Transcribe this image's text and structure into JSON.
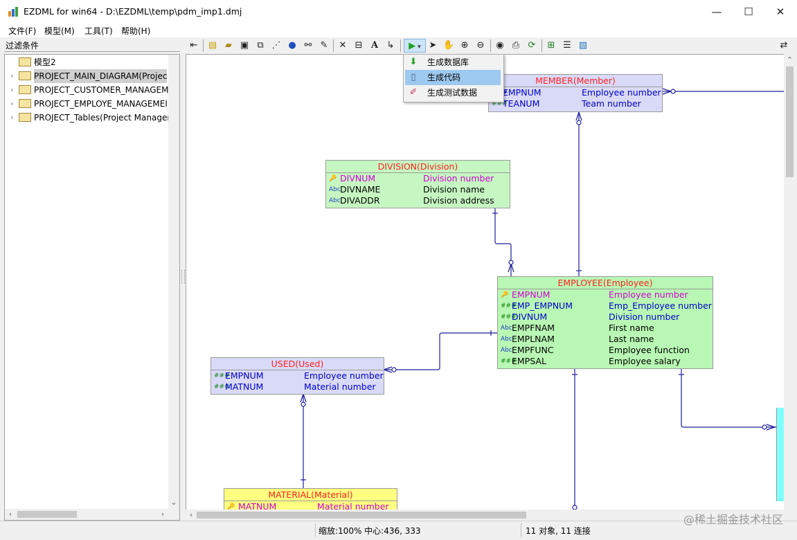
{
  "window": {
    "title": "EZDML for win64 - D:\\EZDML\\temp\\pdm_imp1.dmj",
    "minimize": "—",
    "maximize": "☐",
    "close": "✕"
  },
  "menu": [
    "文件(F)",
    "模型(M)",
    "工具(T)",
    "帮助(H)"
  ],
  "left_panel": {
    "filter_label": "过滤条件",
    "tree": [
      {
        "label": "模型2",
        "expandable": false
      },
      {
        "label": "PROJECT_MAIN_DIAGRAM(Projec",
        "expandable": true,
        "selected": true
      },
      {
        "label": "PROJECT_CUSTOMER_MANAGEM",
        "expandable": true
      },
      {
        "label": "PROJECT_EMPLOYE_MANAGEMEI",
        "expandable": true
      },
      {
        "label": "PROJECT_Tables(Project Manager",
        "expandable": true
      }
    ]
  },
  "toolbar": {
    "icons": [
      "back-icon",
      "new-icon",
      "open-icon",
      "save-icon",
      "save-as-icon",
      "diagram-icon",
      "globe-icon",
      "find-icon",
      "brush-icon",
      "delete-icon",
      "table-icon",
      "text-icon",
      "link-icon",
      "run-icon",
      "pointer-icon",
      "hand-icon",
      "zoom-in-icon",
      "zoom-out-icon",
      "eye-icon",
      "print-icon",
      "refresh-icon",
      "add-field-icon",
      "properties-icon",
      "image-icon",
      "toggle-icon"
    ]
  },
  "dropdown": {
    "items": [
      {
        "label": "生成数据库",
        "icon": "db-generate-icon"
      },
      {
        "label": "生成代码",
        "icon": "code-generate-icon"
      },
      {
        "label": "生成测试数据",
        "icon": "test-data-icon"
      }
    ]
  },
  "entities": {
    "member": {
      "title": "MEMBER(Member)",
      "fields": [
        {
          "name": "EMPNUM",
          "desc": "Employee number",
          "kind": "fk"
        },
        {
          "name": "TEANUM",
          "desc": "Team number",
          "kind": "fk"
        }
      ]
    },
    "division": {
      "title": "DIVISION(Division)",
      "fields": [
        {
          "name": "DIVNUM",
          "desc": "Division number",
          "kind": "pk"
        },
        {
          "name": "DIVNAME",
          "desc": "Division name",
          "kind": "text"
        },
        {
          "name": "DIVADDR",
          "desc": "Division address",
          "kind": "text"
        }
      ]
    },
    "employee": {
      "title": "EMPLOYEE(Employee)",
      "fields": [
        {
          "name": "EMPNUM",
          "desc": "Employee number",
          "kind": "pk"
        },
        {
          "name": "EMP_EMPNUM",
          "desc": "Emp_Employee number",
          "kind": "fk"
        },
        {
          "name": "DIVNUM",
          "desc": "Division number",
          "kind": "fk"
        },
        {
          "name": "EMPFNAM",
          "desc": "First name",
          "kind": "text"
        },
        {
          "name": "EMPLNAM",
          "desc": "Last name",
          "kind": "text"
        },
        {
          "name": "EMPFUNC",
          "desc": "Employee function",
          "kind": "text"
        },
        {
          "name": "EMPSAL",
          "desc": "Employee salary",
          "kind": "num"
        }
      ]
    },
    "used": {
      "title": "USED(Used)",
      "fields": [
        {
          "name": "EMPNUM",
          "desc": "Employee number",
          "kind": "fk"
        },
        {
          "name": "MATNUM",
          "desc": "Material number",
          "kind": "fk"
        }
      ]
    },
    "material": {
      "title": "MATERIAL(Material)",
      "fields": [
        {
          "name": "MATNUM",
          "desc": "Material number",
          "kind": "pk"
        }
      ]
    }
  },
  "status": {
    "zoom": "缩放:100% 中心:436, 333",
    "counts": "11 对象, 11 连接"
  },
  "watermark": "@稀土掘金技术社区",
  "colors": {
    "member_bg": "#d9daf8",
    "division_bg": "#c6f7c2",
    "employee_bg": "#b8f7b4",
    "used_bg": "#d9daf8",
    "material_bg": "#ffff80",
    "line": "#1c1c9c",
    "title": "#ff2020"
  }
}
